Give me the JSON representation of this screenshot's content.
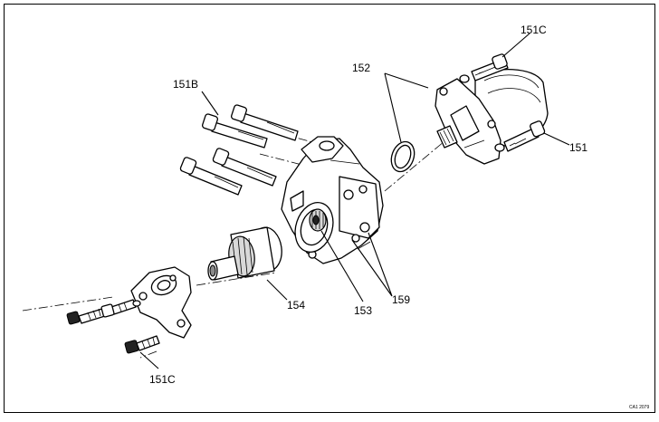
{
  "callouts": {
    "c151c_top": "151C",
    "c152": "152",
    "c151b": "151B",
    "c151": "151",
    "c154": "154",
    "c153": "153",
    "c159": "159",
    "c151c_bottom": "151C"
  },
  "figure_code": "CA1 2079"
}
